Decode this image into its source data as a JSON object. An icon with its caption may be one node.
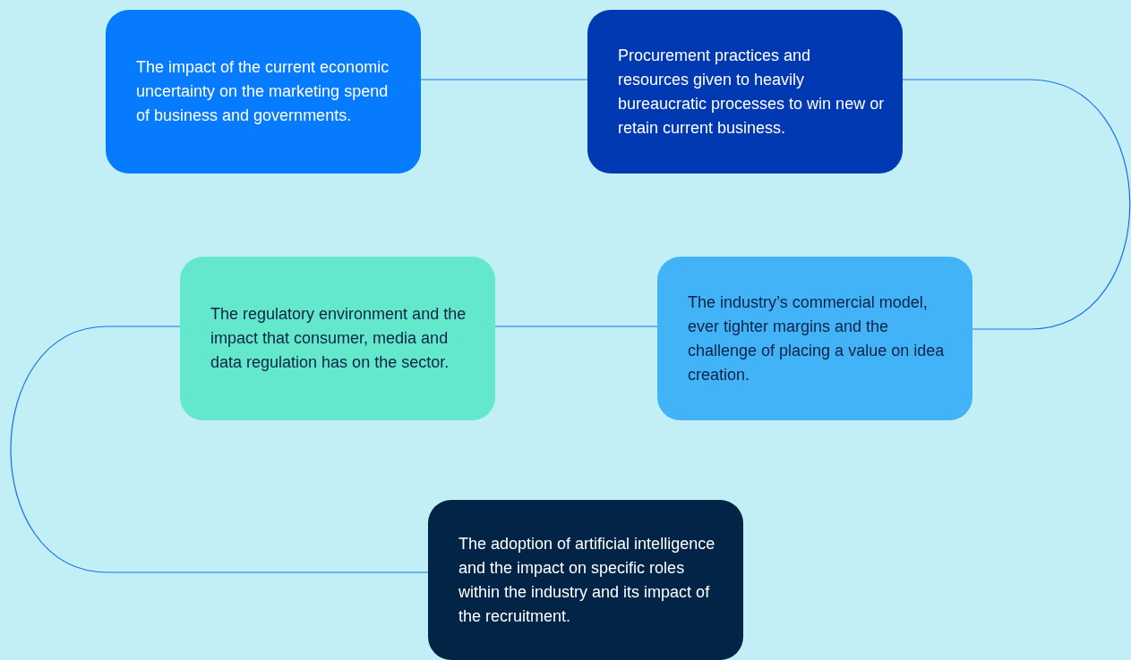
{
  "diagram": {
    "nodes": [
      {
        "text": [
          "The impact of the current economic uncertainty on the marketing spend of business and governments."
        ]
      },
      {
        "text": [
          "Procurement practices and resources given to heavily bureaucratic processes to win new or retain current business."
        ]
      },
      {
        "text": [
          "The regulatory environment and the impact that consumer, media and data regulation has on the sector."
        ]
      },
      {
        "text": [
          "The industry’s commercial model, ever tighter margins and the challenge of placing a value on idea creation."
        ]
      },
      {
        "text": [
          "The adoption of artificial intelligence and the impact on specific roles within the industry and its impact of the recruitment."
        ]
      }
    ],
    "edges": [
      {
        "from": 0,
        "to": 1,
        "arrow": "none"
      },
      {
        "from": 1,
        "to": 3,
        "arrow": "none"
      },
      {
        "from": 3,
        "to": 2,
        "arrow": "none"
      },
      {
        "from": 2,
        "to": 4,
        "arrow": "none"
      }
    ]
  }
}
